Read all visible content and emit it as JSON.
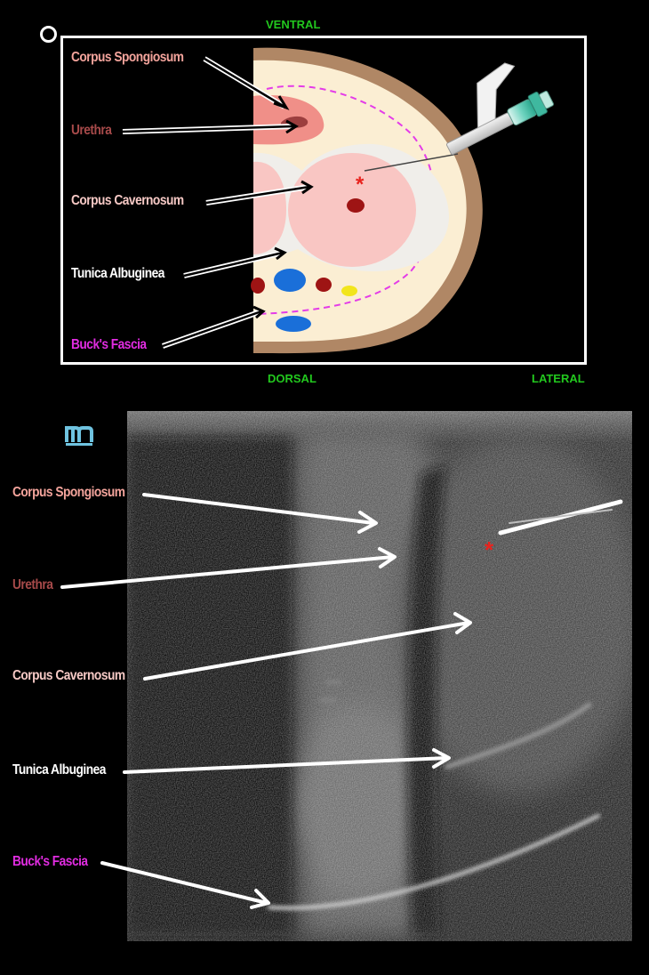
{
  "orientation": {
    "ventral": "VENTRAL",
    "dorsal": "DORSAL",
    "lateral": "LATERAL"
  },
  "diagram_labels": [
    {
      "text": "Corpus Spongiosum",
      "color": "#f4a49c"
    },
    {
      "text": "Urethra",
      "color": "#a74a4a"
    },
    {
      "text": "Corpus Cavernosum",
      "color": "#f6c9c5"
    },
    {
      "text": "Tunica Albuginea",
      "color": "#ffffff"
    },
    {
      "text": "Buck's Fascia",
      "color": "#e12ce1"
    }
  ],
  "ultrasound_labels": [
    {
      "text": "Corpus Spongiosum",
      "color": "#f4a49c"
    },
    {
      "text": "Urethra",
      "color": "#a74a4a"
    },
    {
      "text": "Corpus Cavernosum",
      "color": "#f6c9c5"
    },
    {
      "text": "Tunica Albuginea",
      "color": "#ffffff"
    },
    {
      "text": "Buck's Fascia",
      "color": "#e12ce1"
    }
  ],
  "markers": {
    "asterisk": "*"
  },
  "icons": [
    "ring-icon",
    "logo-m-icon",
    "needle-syringe-icon",
    "arrow-icon"
  ],
  "colors": {
    "orientation_text": "#22c81e",
    "frame": "#ffffff",
    "skin": "#b08765",
    "fat": "#fbeed3",
    "spongiosum": "#f08f88",
    "cavernosum": "#f9c6c3",
    "tunica": "#f0eeea",
    "artery": "#9e1414",
    "vein": "#1a6fd9",
    "nerve": "#f2e51c",
    "bucks_fascia": "#e43ce8",
    "asterisk": "#e8231e",
    "logo": "#6fc3e0"
  }
}
